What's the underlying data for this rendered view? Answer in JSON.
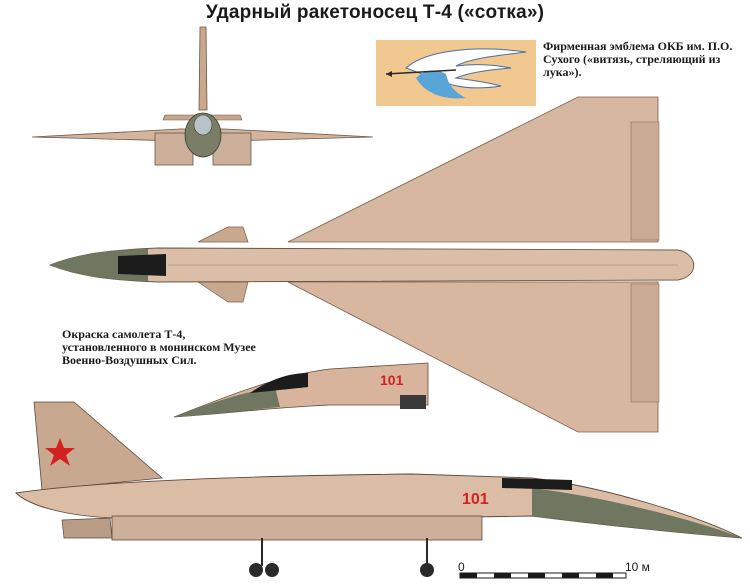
{
  "title": "Ударный ракетоносец Т-4 («сотка»)",
  "emblem_caption": "Фирменная эмблема ОКБ им. П.О. Сухого («витязь, стреляющий из лука»).",
  "paint_caption": "Окраска самолета Т-4, установленного в монинском Музее Военно-Воздушных Сил.",
  "side_number": "101",
  "scale": {
    "start": "0",
    "end": "10 м"
  },
  "colors": {
    "fuselage": "#d9b9a0",
    "shade": "#b89c86",
    "nose": "#6f7760",
    "canopy": "#1c1c1c",
    "emblem_bg": "#f0c890",
    "emblem_blue": "#5aa5d8",
    "red": "#d42020"
  }
}
